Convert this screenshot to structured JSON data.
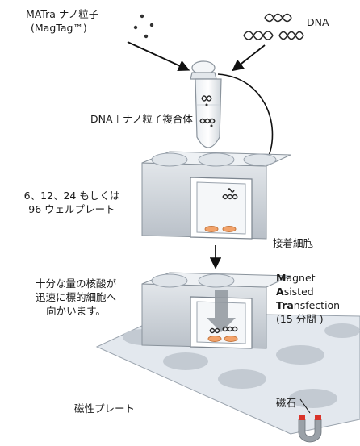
{
  "labels": {
    "nanoparticle_line1": "MATra ナノ粒子",
    "nanoparticle_line2": "(MagTag™)",
    "dna": "DNA",
    "complex": "DNA＋ナノ粒子複合体",
    "plate_line1": "6、12、24 もしくは",
    "plate_line2": "96 ウェルプレート",
    "adherent_cells": "接着細胞",
    "nucleic_line1": "十分な量の核酸が",
    "nucleic_line2": "迅速に標的細胞へ",
    "nucleic_line3": "向かいます。",
    "magnetic_plate": "磁性プレート",
    "magnet": "磁石"
  },
  "magnet_method": {
    "line1_bold": "M",
    "line1_rest": "agnet",
    "line2_bold": "A",
    "line2_rest": "sisted",
    "line3_bold": "Tra",
    "line3_rest": "nsfection",
    "line4": "(15 分間 )"
  },
  "colors": {
    "dna_strand": "#2a2a2a",
    "cell": "#f2a36b",
    "plate_side": "#c9cfd6",
    "plate_top": "#eef1f4",
    "well_shadow": "#9aa3ad",
    "magnet_red": "#d9342b",
    "magnet_metal": "#9aa1a8",
    "big_arrow": "#8f979e"
  }
}
